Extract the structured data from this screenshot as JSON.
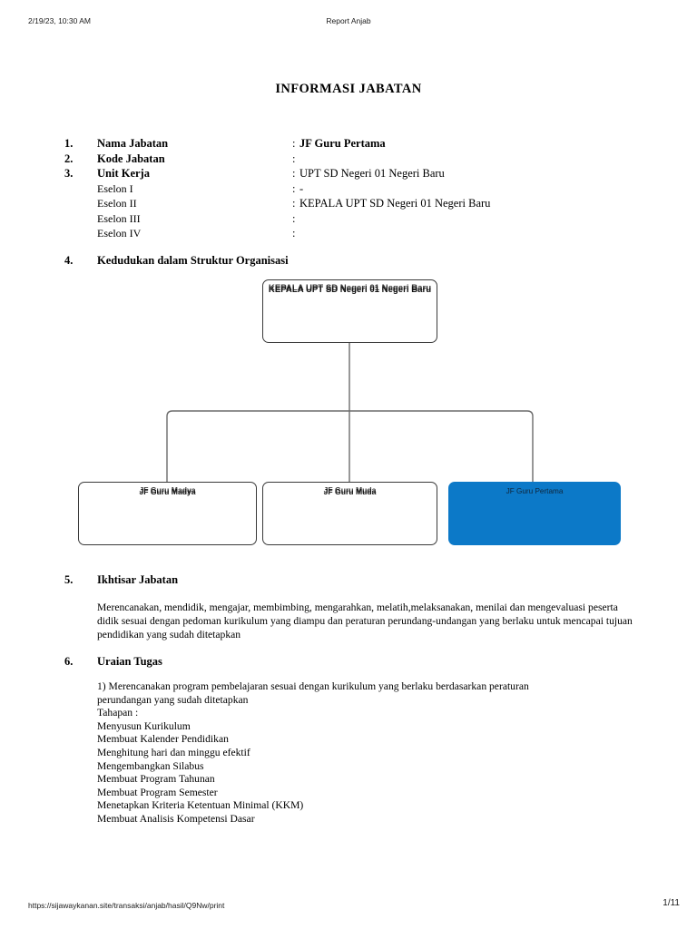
{
  "print_header": {
    "date": "2/19/23, 10:30 AM",
    "title": "Report Anjab"
  },
  "print_footer": {
    "url": "https://sijawaykanan.site/transaksi/anjab/hasil/Q9Nw/print",
    "page": "1/11"
  },
  "document": {
    "title": "INFORMASI JABATAN",
    "info_rows": [
      {
        "num": "1.",
        "label": "Nama Jabatan",
        "sep": ":",
        "value": "JF Guru Pertama",
        "bold_label": true,
        "bold_value": true
      },
      {
        "num": "2.",
        "label": "Kode Jabatan",
        "sep": ":",
        "value": "",
        "bold_label": true,
        "bold_value": false
      },
      {
        "num": "3.",
        "label": "Unit Kerja",
        "sep": ":",
        "value": "UPT SD Negeri 01 Negeri Baru",
        "bold_label": true,
        "bold_value": false
      },
      {
        "num": "",
        "label": "Eselon I",
        "sep": ":",
        "value": "-",
        "bold_label": false,
        "bold_value": false
      },
      {
        "num": "",
        "label": "Eselon II",
        "sep": ":",
        "value": "KEPALA UPT SD Negeri 01 Negeri Baru",
        "bold_label": false,
        "bold_value": false
      },
      {
        "num": "",
        "label": "Eselon III",
        "sep": ":",
        "value": "",
        "bold_label": false,
        "bold_value": false
      },
      {
        "num": "",
        "label": "Eselon IV",
        "sep": ":",
        "value": "",
        "bold_label": false,
        "bold_value": false
      }
    ],
    "section_4": {
      "num": "4.",
      "title": "Kedudukan dalam Struktur Organisasi"
    },
    "org_chart": {
      "root": {
        "label": "KEPALA UPT SD Negeri 01 Negeri Baru",
        "highlighted": false
      },
      "children": [
        {
          "label": "JF Guru Madya",
          "highlighted": false
        },
        {
          "label": "JF Guru Muda",
          "highlighted": false
        },
        {
          "label": "JF Guru Pertama",
          "highlighted": true
        }
      ],
      "highlight_color": "#0c79c8",
      "line_color": "#3a3a3a"
    },
    "section_5": {
      "num": "5.",
      "title": "Ikhtisar Jabatan",
      "paragraph": "Merencanakan, mendidik, mengajar, membimbing, mengarahkan, melatih,melaksanakan, menilai dan mengevaluasi peserta didik sesuai dengan pedoman kurikulum yang diampu dan peraturan perundang-undangan yang berlaku untuk mencapai tujuan pendidikan yang sudah ditetapkan"
    },
    "section_6": {
      "num": "6.",
      "title": "Uraian Tugas",
      "task_line_1": "1) Merencanakan program pembelajaran sesuai dengan kurikulum yang berlaku berdasarkan peraturan",
      "task_line_2": "perundangan yang sudah ditetapkan",
      "stages_label": "Tahapan :",
      "stages": [
        "Menyusun Kurikulum",
        "Membuat Kalender Pendidikan",
        "Menghitung hari dan minggu efektif",
        "Mengembangkan Silabus",
        "Membuat Program Tahunan",
        "Membuat Program Semester",
        "Menetapkan Kriteria Ketentuan Minimal (KKM)",
        "Membuat Analisis Kompetensi Dasar"
      ]
    }
  }
}
